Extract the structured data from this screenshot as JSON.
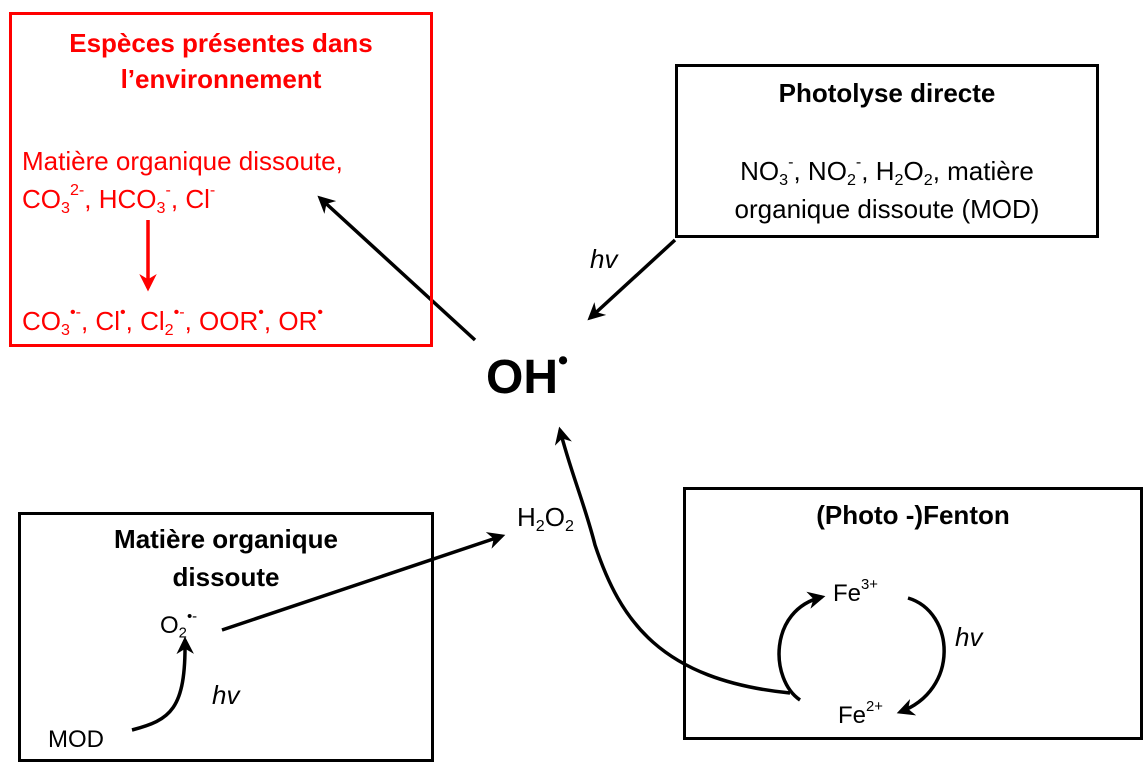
{
  "colors": {
    "environment": "#ff0000",
    "default": "#000000"
  },
  "environment_box": {
    "title_line1": "Espèces présentes dans",
    "title_line2": "l’environnement",
    "line1": "Matière organique dissoute,",
    "line2": {
      "a": "CO",
      "b": "3",
      "c": "2-",
      "d": ", HCO",
      "e": "3",
      "f": "-",
      "g": ", Cl",
      "h": "-"
    },
    "line3": {
      "a": "CO",
      "b": "3",
      "c": "•-",
      "d": ", Cl",
      "e": "•",
      "f": ", Cl",
      "g": "2",
      "h": "•-",
      "i": ", OOR",
      "j": "•",
      "k": ", OR",
      "l": "•"
    }
  },
  "photolysis_box": {
    "title": "Photolyse directe",
    "line1": {
      "a": "NO",
      "b": "3",
      "c": "-",
      "d": ", NO",
      "e": "2",
      "f": "-",
      "g": ", H",
      "h": "2",
      "i": "O",
      "j": "2",
      "k": ", matière"
    },
    "line2": "organique dissoute (MOD)"
  },
  "center": {
    "label": "OH",
    "radical": "•"
  },
  "h2o2": {
    "a": "H",
    "b": "2",
    "c": "O",
    "d": "2"
  },
  "mod_box": {
    "title_line1": "Matière organique",
    "title_line2": "dissoute",
    "o2": {
      "a": "O",
      "b": "2",
      "c": "•-"
    },
    "mod": "MOD",
    "hv": "hv"
  },
  "fenton_box": {
    "title": "(Photo -)Fenton",
    "fe3": {
      "a": "Fe",
      "b": "3+"
    },
    "fe2": {
      "a": "Fe",
      "b": "2+"
    },
    "hv": "hv"
  },
  "hv_photolysis": "hv"
}
